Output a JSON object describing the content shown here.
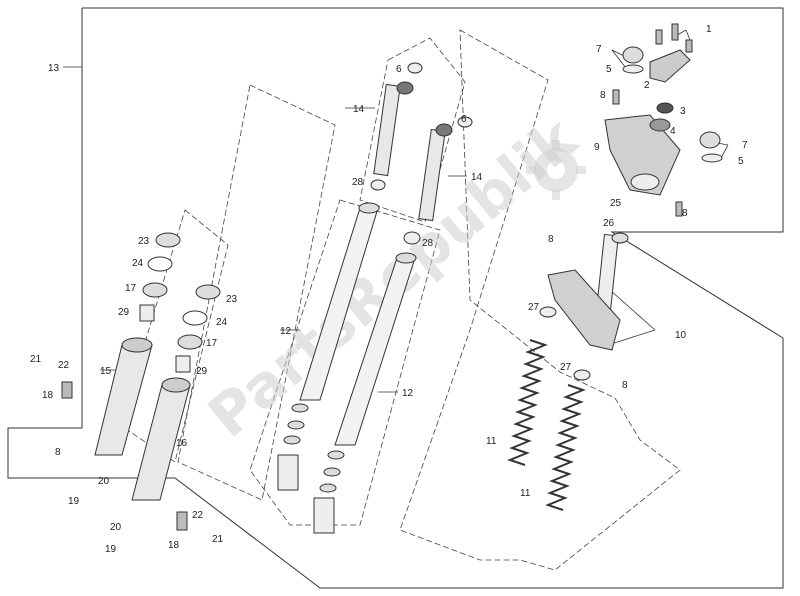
{
  "watermark": {
    "text": "PartsRepublik",
    "icon": "gear-icon"
  },
  "part_labels": {
    "p1": "1",
    "p2": "2",
    "p3": "3",
    "p4": "4",
    "p5a": "5",
    "p5b": "5",
    "p6a": "6",
    "p6b": "6",
    "p7a": "7",
    "p7b": "7",
    "p8a": "8",
    "p8b": "8",
    "p8c": "8",
    "p8d": "8",
    "p8e": "8",
    "p9": "9",
    "p10": "10",
    "p11a": "11",
    "p11b": "11",
    "p12a": "12",
    "p12b": "12",
    "p13": "13",
    "p14a": "14",
    "p14b": "14",
    "p15": "15",
    "p16": "16",
    "p17a": "17",
    "p17b": "17",
    "p18a": "18",
    "p18b": "18",
    "p19a": "19",
    "p19b": "19",
    "p20a": "20",
    "p20b": "20",
    "p21a": "21",
    "p21b": "21",
    "p22a": "22",
    "p22b": "22",
    "p23a": "23",
    "p23b": "23",
    "p24a": "24",
    "p24b": "24",
    "p25": "25",
    "p26": "26",
    "p27a": "27",
    "p27b": "27",
    "p28a": "28",
    "p28b": "28",
    "p29a": "29",
    "p29b": "29"
  }
}
